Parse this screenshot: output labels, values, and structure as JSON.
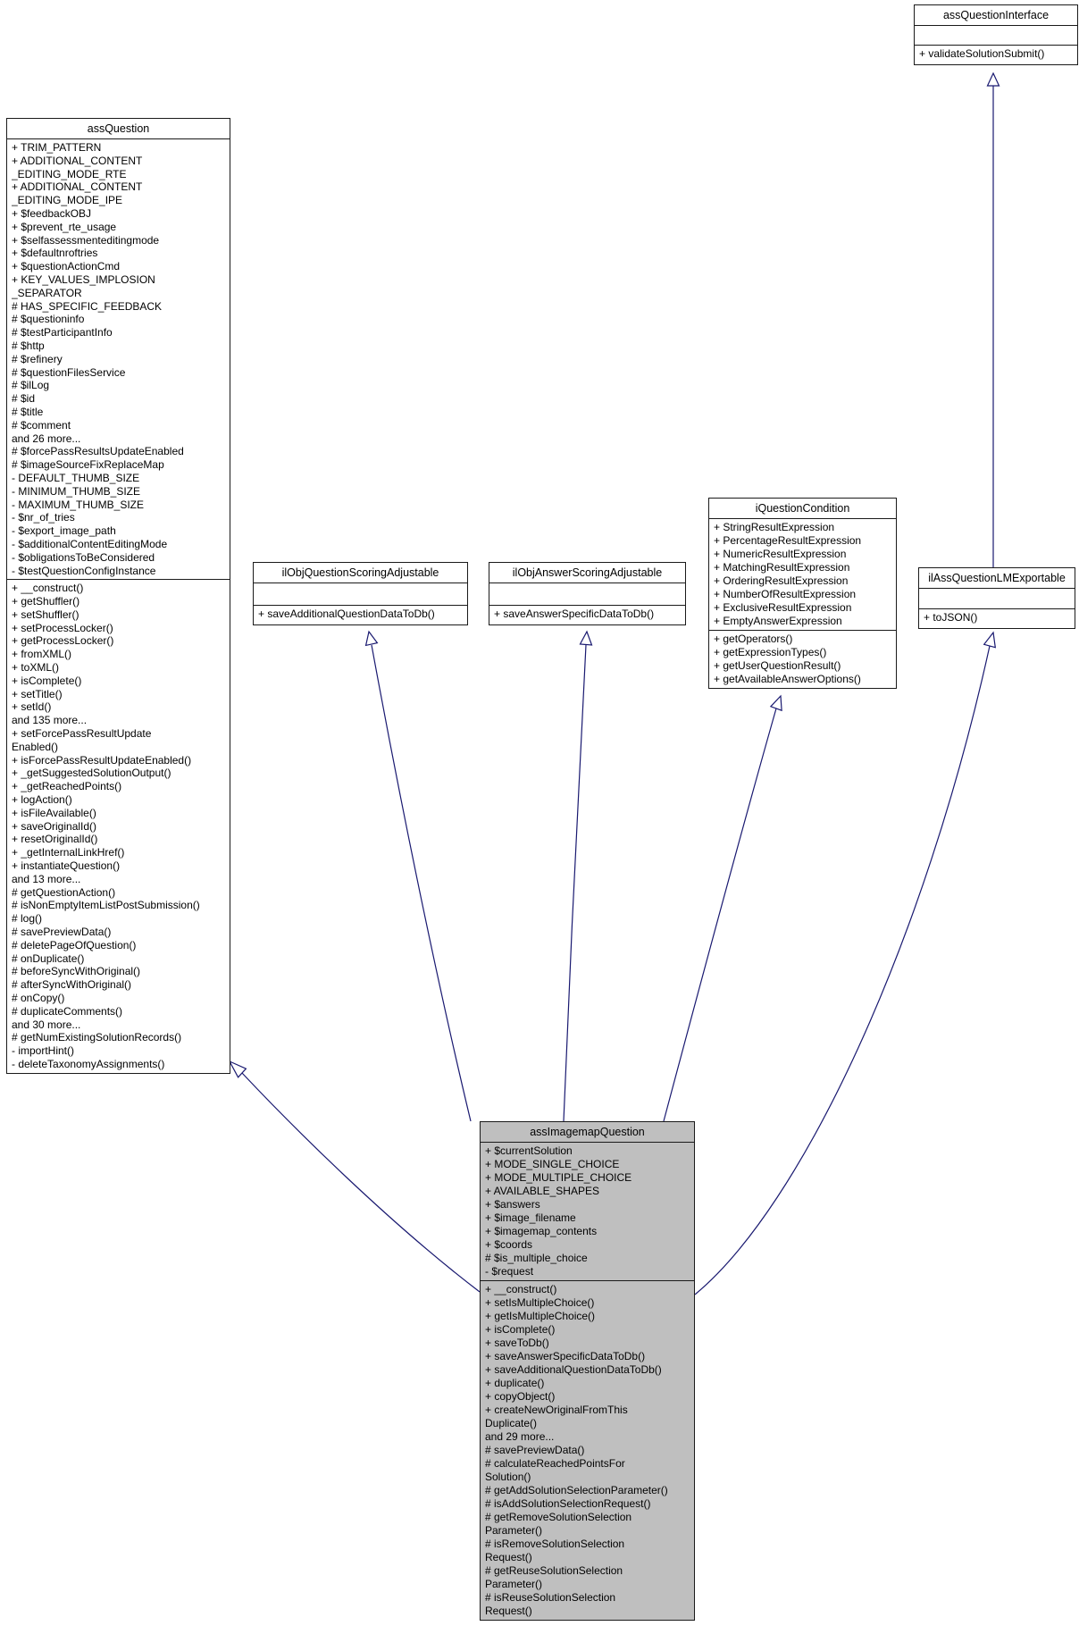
{
  "diagram": {
    "type": "uml-class-inheritance-graph",
    "colors": {
      "edge": "#191970",
      "border": "#1a1a1a",
      "box_fill": "#ffffff",
      "focal_fill": "#bfbfbf"
    },
    "classes": {
      "interface": {
        "title": "assQuestionInterface",
        "attributes": [],
        "methods": [
          "+ validateSolutionSubmit()"
        ]
      },
      "assQuestion": {
        "title": "assQuestion",
        "attributes": [
          "+ TRIM_PATTERN",
          "+ ADDITIONAL_CONTENT",
          "_EDITING_MODE_RTE",
          "+ ADDITIONAL_CONTENT",
          "_EDITING_MODE_IPE",
          "+ $feedbackOBJ",
          "+ $prevent_rte_usage",
          "+ $selfassessmenteditingmode",
          "+ $defaultnroftries",
          "+ $questionActionCmd",
          "+ KEY_VALUES_IMPLOSION",
          "_SEPARATOR",
          "# HAS_SPECIFIC_FEEDBACK",
          "# $questioninfo",
          "# $testParticipantInfo",
          "# $http",
          "# $refinery",
          "# $questionFilesService",
          "# $ilLog",
          "# $id",
          "# $title",
          "# $comment",
          "and 26 more...",
          "# $forcePassResultsUpdateEnabled",
          "# $imageSourceFixReplaceMap",
          "- DEFAULT_THUMB_SIZE",
          "- MINIMUM_THUMB_SIZE",
          "- MAXIMUM_THUMB_SIZE",
          "- $nr_of_tries",
          "- $export_image_path",
          "- $additionalContentEditingMode",
          "- $obligationsToBeConsidered",
          "- $testQuestionConfigInstance"
        ],
        "methods": [
          "+ __construct()",
          "+ getShuffler()",
          "+ setShuffler()",
          "+ setProcessLocker()",
          "+ getProcessLocker()",
          "+ fromXML()",
          "+ toXML()",
          "+ isComplete()",
          "+ setTitle()",
          "+ setId()",
          "and 135 more...",
          "+ setForcePassResultUpdate",
          "Enabled()",
          "+ isForcePassResultUpdateEnabled()",
          "+ _getSuggestedSolutionOutput()",
          "+ _getReachedPoints()",
          "+ logAction()",
          "+ isFileAvailable()",
          "+ saveOriginalId()",
          "+ resetOriginalId()",
          "+ _getInternalLinkHref()",
          "+ instantiateQuestion()",
          "and 13 more...",
          "# getQuestionAction()",
          "# isNonEmptyItemListPostSubmission()",
          "# log()",
          "# savePreviewData()",
          "# deletePageOfQuestion()",
          "# onDuplicate()",
          "# beforeSyncWithOriginal()",
          "# afterSyncWithOriginal()",
          "# onCopy()",
          "# duplicateComments()",
          "and 30 more...",
          "# getNumExistingSolutionRecords()",
          "- importHint()",
          "- deleteTaxonomyAssignments()"
        ]
      },
      "questionScoring": {
        "title": "ilObjQuestionScoringAdjustable",
        "attributes": [],
        "methods": [
          "+ saveAdditionalQuestionDataToDb()"
        ]
      },
      "answerScoring": {
        "title": "ilObjAnswerScoringAdjustable",
        "attributes": [],
        "methods": [
          "+ saveAnswerSpecificDataToDb()"
        ]
      },
      "questionCondition": {
        "title": "iQuestionCondition",
        "attributes": [
          "+ StringResultExpression",
          "+ PercentageResultExpression",
          "+ NumericResultExpression",
          "+ MatchingResultExpression",
          "+ OrderingResultExpression",
          "+ NumberOfResultExpression",
          "+ ExclusiveResultExpression",
          "+ EmptyAnswerExpression"
        ],
        "methods": [
          "+ getOperators()",
          "+ getExpressionTypes()",
          "+ getUserQuestionResult()",
          "+ getAvailableAnswerOptions()"
        ]
      },
      "lmExportable": {
        "title": "ilAssQuestionLMExportable",
        "attributes": [],
        "methods": [
          "+ toJSON()"
        ]
      },
      "imagemap": {
        "title": "assImagemapQuestion",
        "attributes": [
          "+ $currentSolution",
          "+ MODE_SINGLE_CHOICE",
          "+ MODE_MULTIPLE_CHOICE",
          "+ AVAILABLE_SHAPES",
          "+ $answers",
          "+ $image_filename",
          "+ $imagemap_contents",
          "+ $coords",
          "# $is_multiple_choice",
          "- $request"
        ],
        "methods": [
          "+ __construct()",
          "+ setIsMultipleChoice()",
          "+ getIsMultipleChoice()",
          "+ isComplete()",
          "+ saveToDb()",
          "+ saveAnswerSpecificDataToDb()",
          "+ saveAdditionalQuestionDataToDb()",
          "+ duplicate()",
          "+ copyObject()",
          "+ createNewOriginalFromThis",
          "Duplicate()",
          "and 29 more...",
          "# savePreviewData()",
          "# calculateReachedPointsFor",
          "Solution()",
          "# getAddSolutionSelectionParameter()",
          "# isAddSolutionSelectionRequest()",
          "# getRemoveSolutionSelection",
          "Parameter()",
          "# isRemoveSolutionSelection",
          "Request()",
          "# getReuseSolutionSelection",
          "Parameter()",
          "# isReuseSolutionSelection",
          "Request()"
        ]
      }
    },
    "relations": [
      {
        "from": "assImagemapQuestion",
        "to": "assQuestion"
      },
      {
        "from": "assImagemapQuestion",
        "to": "ilObjQuestionScoringAdjustable"
      },
      {
        "from": "assImagemapQuestion",
        "to": "ilObjAnswerScoringAdjustable"
      },
      {
        "from": "assImagemapQuestion",
        "to": "iQuestionCondition"
      },
      {
        "from": "assImagemapQuestion",
        "to": "ilAssQuestionLMExportable"
      },
      {
        "from": "ilAssQuestionLMExportable",
        "to": "assQuestionInterface"
      }
    ]
  }
}
